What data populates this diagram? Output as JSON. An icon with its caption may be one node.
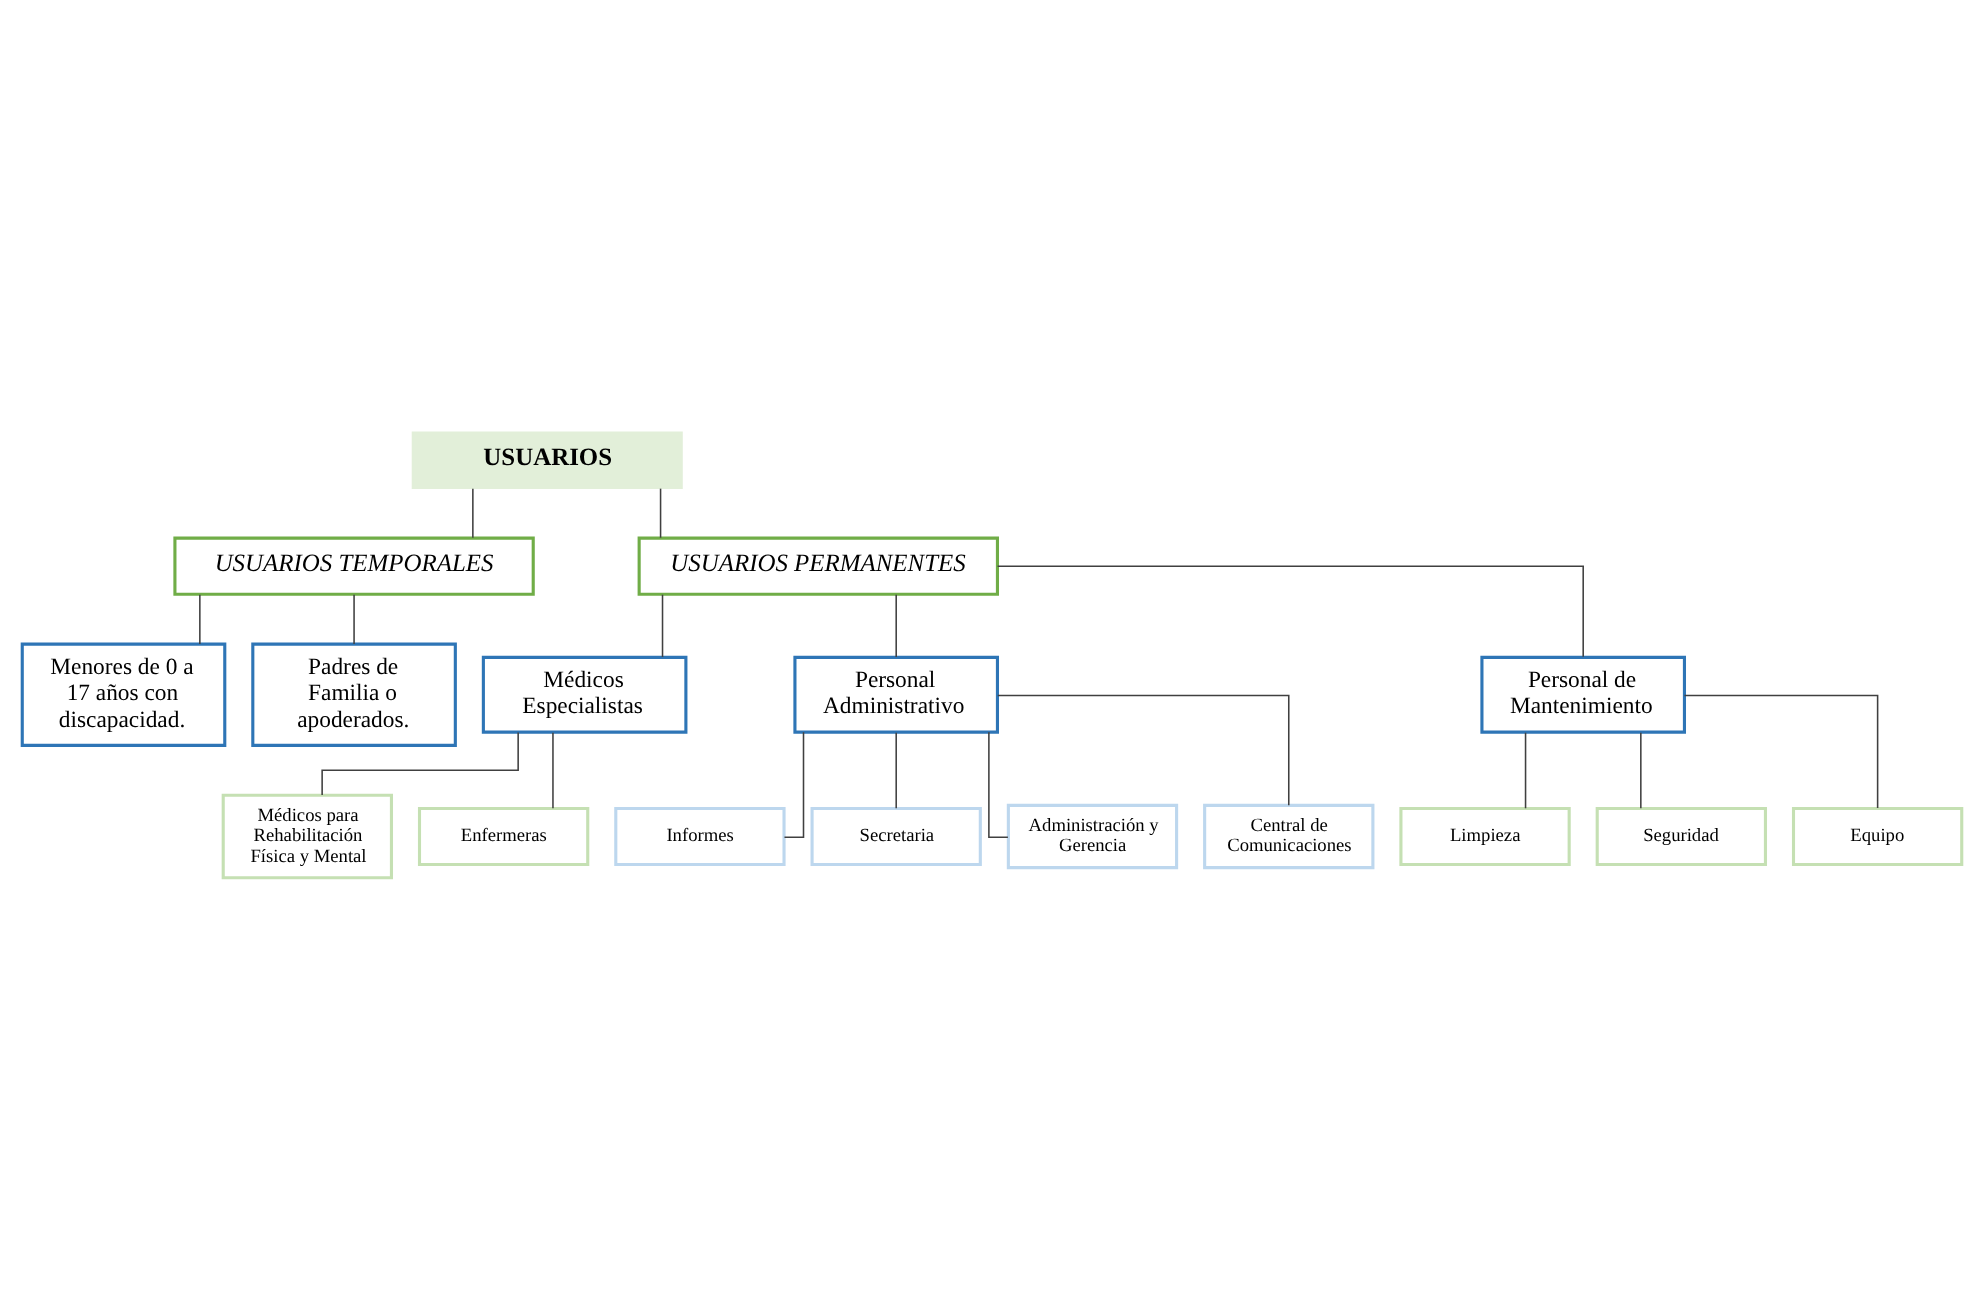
{
  "diagram": {
    "nodes": [
      {
        "text": [
          "USUARIOS"
        ]
      },
      {
        "text": [
          "USUARIOS TEMPORALES"
        ]
      },
      {
        "text": [
          "USUARIOS PERMANENTES"
        ]
      },
      {
        "text": [
          "Menores de 0 a 17 años con discapacidad."
        ]
      },
      {
        "text": [
          "Padres de Familia o apoderados."
        ]
      },
      {
        "text": [
          "Médicos Especialistas"
        ]
      },
      {
        "text": [
          "Personal Administrativo"
        ]
      },
      {
        "text": [
          "Personal de Mantenimiento"
        ]
      },
      {
        "text": [
          "Médicos para Rehabilitación Física y Mental"
        ]
      },
      {
        "text": [
          "Enfermeras"
        ]
      },
      {
        "text": [
          "Informes"
        ]
      },
      {
        "text": [
          "Secretaria"
        ]
      },
      {
        "text": [
          "Administración y Gerencia"
        ]
      },
      {
        "text": [
          "Central de Comunicaciones"
        ]
      },
      {
        "text": [
          "Limpieza"
        ]
      },
      {
        "text": [
          "Seguridad"
        ]
      },
      {
        "text": [
          "Equipo"
        ]
      }
    ],
    "edges": [
      {
        "from": 0,
        "to": 1,
        "arrow": "none"
      },
      {
        "from": 0,
        "to": 2,
        "arrow": "none"
      },
      {
        "from": 1,
        "to": 3,
        "arrow": "none"
      },
      {
        "from": 1,
        "to": 4,
        "arrow": "none"
      },
      {
        "from": 2,
        "to": 5,
        "arrow": "none"
      },
      {
        "from": 2,
        "to": 6,
        "arrow": "none"
      },
      {
        "from": 2,
        "to": 7,
        "arrow": "none"
      },
      {
        "from": 5,
        "to": 8,
        "arrow": "none"
      },
      {
        "from": 5,
        "to": 9,
        "arrow": "none"
      },
      {
        "from": 6,
        "to": 10,
        "arrow": "none"
      },
      {
        "from": 6,
        "to": 11,
        "arrow": "none"
      },
      {
        "from": 6,
        "to": 12,
        "arrow": "none"
      },
      {
        "from": 6,
        "to": 13,
        "arrow": "none"
      },
      {
        "from": 7,
        "to": 14,
        "arrow": "none"
      },
      {
        "from": 7,
        "to": 15,
        "arrow": "none"
      },
      {
        "from": 7,
        "to": 16,
        "arrow": "none"
      }
    ]
  }
}
